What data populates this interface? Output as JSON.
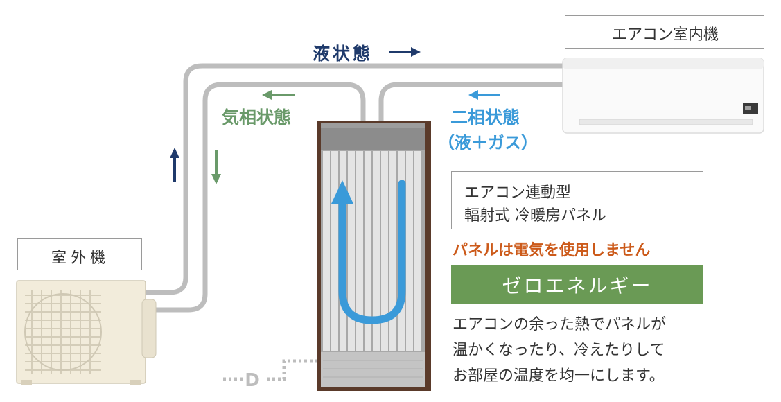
{
  "labels": {
    "indoor_unit": "エアコン室内機",
    "outdoor_unit": "室外機",
    "liquid_state": "液状態",
    "gas_state": "気相状態",
    "two_phase_line1": "二相状態",
    "two_phase_line2": "（液＋ガス）",
    "panel_title_line1": "エアコン連動型",
    "panel_title_line2": "輻射式 冷暖房パネル",
    "no_electricity": "パネルは電気を使用しません",
    "zero_energy": "ゼロエネルギー",
    "description_line1": "エアコンの余った熱でパネルが",
    "description_line2": "温かくなったり、冷えたりして",
    "description_line3": "お部屋の温度を均一にします。",
    "drain": "D"
  },
  "colors": {
    "pipe": "#bdbdbd",
    "navy": "#1f3a6b",
    "green": "#6a9a6a",
    "blue": "#3a9ad9",
    "orange": "#cc5a1a",
    "green_bar": "#6a9a55",
    "panel_frame": "#5a3a2a"
  }
}
